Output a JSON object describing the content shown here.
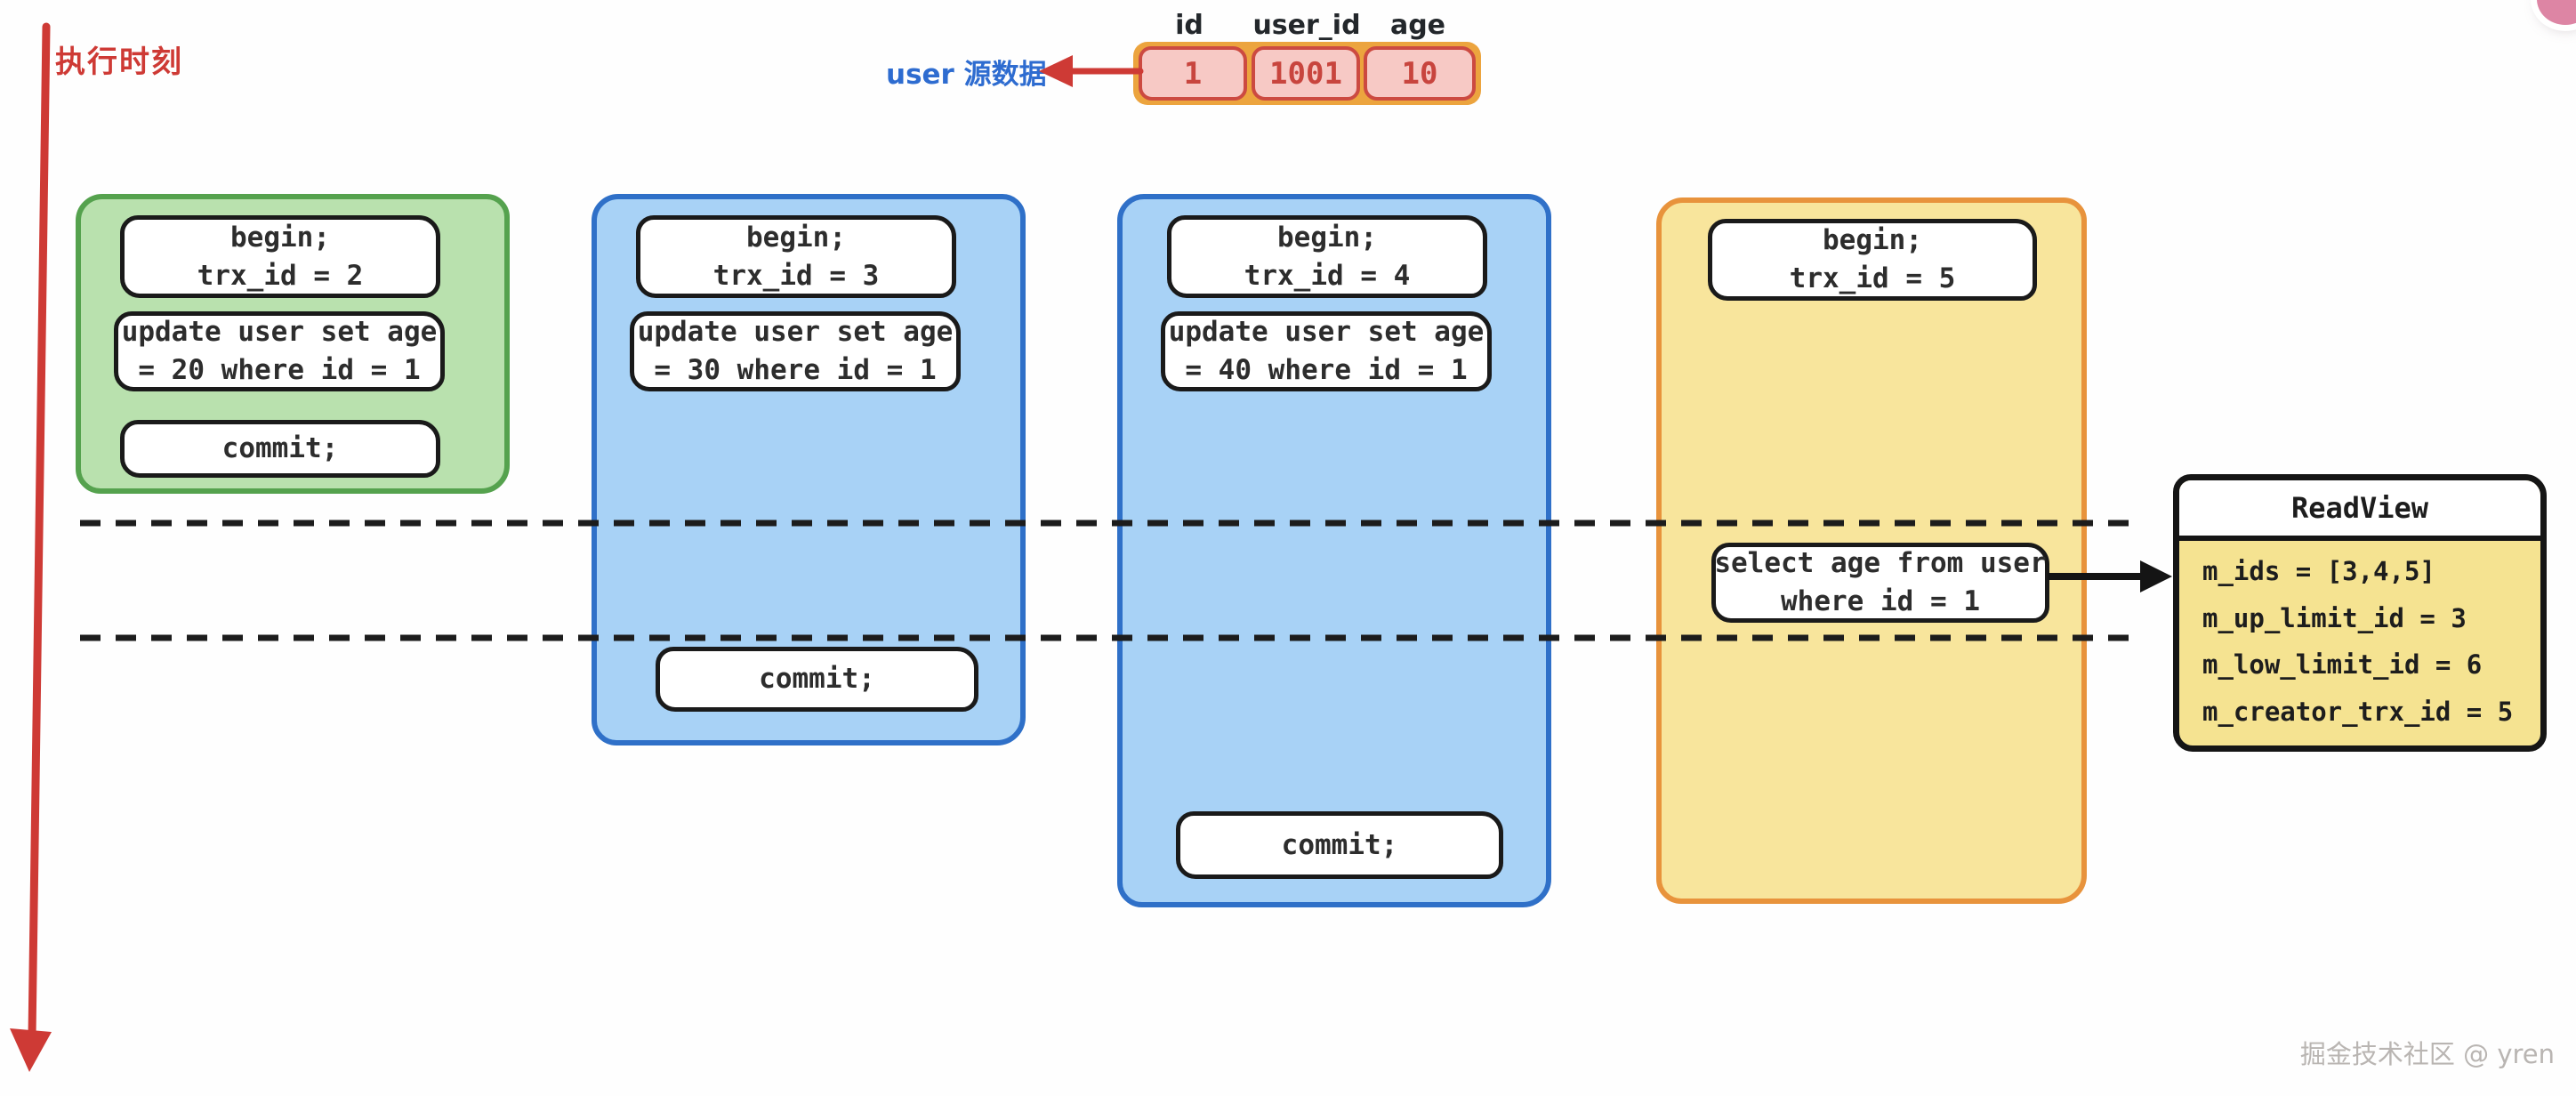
{
  "canvas": {
    "timeline_label": "执行时刻",
    "watermark": "掘金技术社区 @ yren"
  },
  "user_source": {
    "label": "user 源数据",
    "columns": [
      "id",
      "user_id",
      "age"
    ],
    "row": [
      "1",
      "1001",
      "10"
    ]
  },
  "transactions": [
    {
      "name": "trx-2",
      "theme": "green",
      "begin_l1": "begin;",
      "begin_l2": "trx_id = 2",
      "update_l1": "update user set age",
      "update_l2": "= 20 where id = 1",
      "commit": "commit;"
    },
    {
      "name": "trx-3",
      "theme": "blue",
      "begin_l1": "begin;",
      "begin_l2": "trx_id = 3",
      "update_l1": "update user set age",
      "update_l2": "= 30 where id = 1",
      "commit": "commit;"
    },
    {
      "name": "trx-4",
      "theme": "blue",
      "begin_l1": "begin;",
      "begin_l2": "trx_id = 4",
      "update_l1": "update user set age",
      "update_l2": "= 40 where id = 1",
      "commit": "commit;"
    },
    {
      "name": "trx-5",
      "theme": "yellow",
      "begin_l1": "begin;",
      "begin_l2": "trx_id = 5",
      "select_l1": "select age from user",
      "select_l2": "where id = 1"
    }
  ],
  "readview": {
    "title": "ReadView",
    "fields": [
      "m_ids = [3,4,5]",
      "m_up_limit_id = 3",
      "m_low_limit_id = 6",
      "m_creator_trx_id = 5"
    ]
  },
  "colors": {
    "timeline_red": "#ce3a35",
    "label_blue": "#2e6cd0",
    "green_fill": "#b9e1ae",
    "green_border": "#55a24e",
    "blue_fill": "#a8d2f6",
    "blue_border": "#2f70c8",
    "yellow_fill": "#f8e59c",
    "yellow_border": "#e8933c",
    "cell_fill": "#f7c9c5",
    "cell_border": "#cc4a41",
    "strip_orange": "#eca43e",
    "readview_body": "#f5e391",
    "ink": "#1a1a1a"
  }
}
